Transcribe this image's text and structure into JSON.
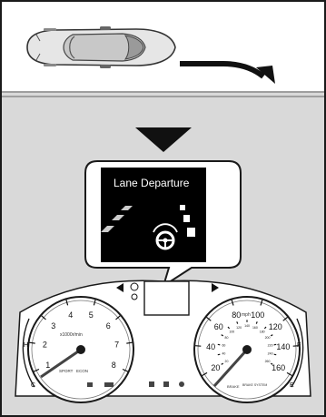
{
  "popup": {
    "title": "Lane Departure"
  },
  "tachometer": {
    "ticks": [
      "1",
      "2",
      "3",
      "4",
      "5",
      "6",
      "7",
      "8"
    ],
    "unit_label": "x1000r/min",
    "indicator_labels": [
      "SPORT",
      "ECON"
    ]
  },
  "speedometer": {
    "ticks": [
      "20",
      "40",
      "60",
      "80",
      "100",
      "120",
      "140",
      "160"
    ],
    "unit_label": "mph",
    "inner_ticks": [
      "20",
      "40",
      "60",
      "80",
      "100",
      "120",
      "140",
      "160",
      "180",
      "200",
      "220",
      "240",
      "260"
    ],
    "indicator_labels": [
      "BRAKE",
      "BRAKE SYSTEM"
    ]
  },
  "temp_gauge": {
    "labels": [
      "H",
      "C"
    ]
  },
  "fuel_gauge": {
    "labels": [
      "F",
      "E"
    ]
  },
  "colors": {
    "panel": "#d9d9d9",
    "screen": "#000000",
    "stroke": "#1a1a1a"
  }
}
